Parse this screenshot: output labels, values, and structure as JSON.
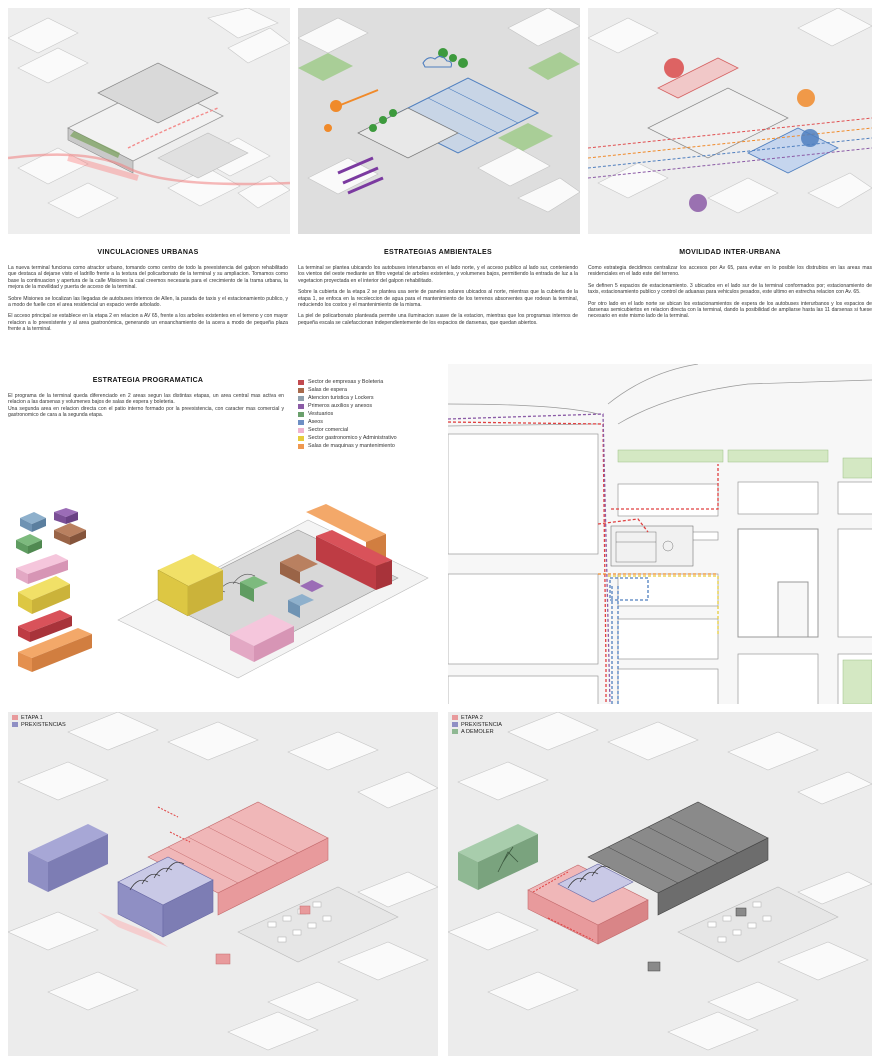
{
  "sections": {
    "urban": {
      "title": "VINCULACIONES URBANAS",
      "paragraphs": [
        "La nueva terminal funciona como atractor urbano, tomando como centro de todo la preexistencia del galpon rehabilitado que destaca al dejarse visto el ladrillo frente a la textura del policarbonato de la terminal y su ampliacion. Tomamos como base la continuacion y apertura de la calle Misiones la cual creemos necesaria para el crecimiento de la trama urbana, la mejora de la movilidad y puerta de acceso de la terminal.",
        "Sobre Misiones se localizan las llegadas de autobuses internos de Allen, la parada de taxis y el estacionamiento publico, y a modo de fuelle con el area residencial un espacio verde arbolado.",
        "El acceso principal se establece en la etapa 2 en relacion a AV 65, frente a los arboles existentes en el terreno y con mayor relacion a lo preexistente y al area gastronómica, generando un ensanchamiento de la acera a modo de pequeña plaza frente a la terminal."
      ]
    },
    "environment": {
      "title": "ESTRATEGIAS AMBIENTALES",
      "paragraphs": [
        "La terminal se plantea ubicando los autobuses interurbanos en el lado norte, y el acceso publico al lado sur, conteniendo los vientos del oeste mediante un filtro vegetal de arboles existentes, y volumenes bajos, permitiendo la entrada de luz a la vegetacion proyectada en el interior del galpon rehabilitado.",
        "Sobre la cubierta de la etapa 2 se plantea usa serie de paneles solares ubicados al norte, mientras que la cubierta de la etapa 1, se enfoca en la recoleccion de agua para el mantenimiento de los terrenos absorventes que rodean la terminal, reduciendo los costos y el mantenimiento de la misma.",
        "La piel de policarbonato planteada permite una iluminacion suave de la estacion, mientras que los programas internos de pequeña escala se calefaccionan independientemente de los espacios de darsenas, que quedan abiertos."
      ]
    },
    "mobility": {
      "title": "MOVILIDAD INTER-URBANA",
      "paragraphs": [
        "Como estrategia decidimos centralizar los accesos por Av 65, para evitar en lo posible los distrubios en las areas mas residenciales en el lado este del terreno.",
        "Se definen 5 espacios de estacionamiento. 3 ubicados en el lado sur de la terminal conformados por; estacionamiento de taxis, estacionamiento publico y control de aduanas para vehiculos pesados, este ultimo en estrecha relacion con Av. 65.",
        "Por otro lado en el lado norte se ubican los estacionamientos de espera de los autobuses interurbanos y los espacios de darsenas semicubiertos en relacion directa con la terminal, dando la posibilidad de ampliarse hasta las 11 darsenas si fuese necesario en este mismo lado de la terminal."
      ]
    },
    "program": {
      "title": "ESTRATEGIA PROGRAMATICA",
      "paragraphs": [
        "El programa de la terminal queda diferenciado en 2 areas segun las distintas etapas, un area central mas activa en relacion a las darsenas y volumenes bajos de salas de espera y boleteria.",
        "Una segunda area en relacion directa con el patio interno formado por la preexistencia, con caracter mas comercial y gastronomico de cara a la segunda etapa."
      ],
      "legend": [
        {
          "label": "Sector de empresas y Boleteria",
          "color": "#c24a4f"
        },
        {
          "label": "Salas de espera",
          "color": "#a86a4c"
        },
        {
          "label": "Atencion turistica y Lockers",
          "color": "#8fa0ad"
        },
        {
          "label": "Primeros auxilios y anexos",
          "color": "#8b5ba6"
        },
        {
          "label": "Vestuarios",
          "color": "#6aa06c"
        },
        {
          "label": "Aseos",
          "color": "#6e8fc4"
        },
        {
          "label": "Sector comercial",
          "color": "#efb3cf"
        },
        {
          "label": "Sector gastronomico y Administrativo",
          "color": "#e6cc3c"
        },
        {
          "label": "Salas de maquinas y mantenimiento",
          "color": "#ef9850"
        }
      ]
    }
  },
  "stages": {
    "stage1": [
      {
        "label": "ETAPA 1",
        "color": "#e89a9c"
      },
      {
        "label": "PREXISTENCIAS",
        "color": "#8f8fc4"
      }
    ],
    "stage2": [
      {
        "label": "ETAPA 2",
        "color": "#e89a9c"
      },
      {
        "label": "PREXISTENCIA",
        "color": "#8f8fc4"
      },
      {
        "label": "A DEMOLER",
        "color": "#8fb893"
      }
    ]
  }
}
